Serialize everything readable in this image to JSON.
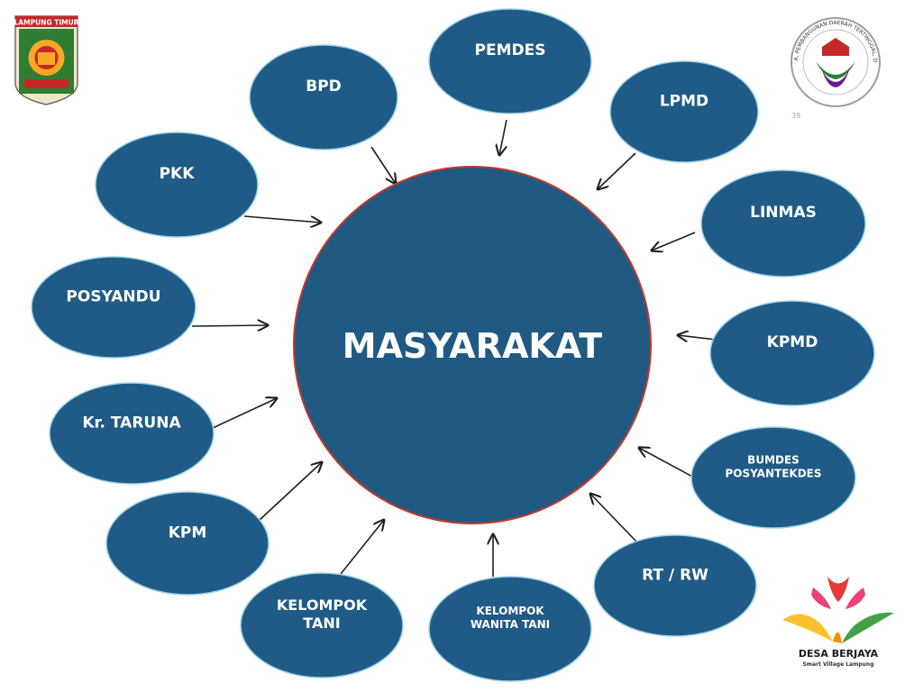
{
  "center": {
    "label": "MASYARAKAT"
  },
  "nodes": [
    {
      "id": "pemdes",
      "lines": [
        "PEMDES"
      ]
    },
    {
      "id": "bpd",
      "lines": [
        "BPD"
      ]
    },
    {
      "id": "lpmd",
      "lines": [
        "LPMD"
      ]
    },
    {
      "id": "pkk",
      "lines": [
        "PKK"
      ]
    },
    {
      "id": "linmas",
      "lines": [
        "LINMAS"
      ]
    },
    {
      "id": "posyandu",
      "lines": [
        "POSYANDU"
      ]
    },
    {
      "id": "kpmd",
      "lines": [
        "KPMD"
      ]
    },
    {
      "id": "kr-taruna",
      "lines": [
        "Kr. TARUNA"
      ]
    },
    {
      "id": "bumdes",
      "lines": [
        "BUMDES",
        "POSYANTEKDES"
      ]
    },
    {
      "id": "kpm",
      "lines": [
        "KPM"
      ]
    },
    {
      "id": "rt-rw",
      "lines": [
        "RT / RW"
      ]
    },
    {
      "id": "kelompok-tani",
      "lines": [
        "KELOMPOK",
        "TANI"
      ]
    },
    {
      "id": "kelompok-wanita-tani",
      "lines": [
        "KELOMPOK",
        "WANITA TANI"
      ]
    }
  ],
  "page_number": "39",
  "logos": {
    "left_banner": "LAMPUNG TIMUR",
    "right_seal_text": "KEMENTERIAN DESA, PEMBANGUNAN DAERAH TERTINGGAL, DAN TRANSMIGRASI",
    "brand_name": "DESA BERJAYA",
    "brand_tagline": "Smart Village Lampung"
  },
  "colors": {
    "node_fill": "#1f5b86",
    "node_stroke": "#9bd0e6",
    "center_fill": "#205a83",
    "center_stroke": "#c0392b",
    "text": "#ffffff",
    "arrow": "#1e1e1e"
  }
}
